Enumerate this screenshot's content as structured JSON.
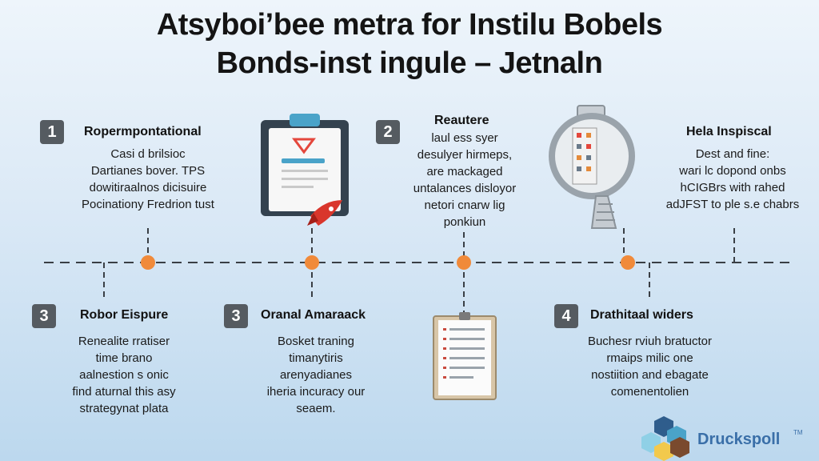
{
  "title": {
    "line1": "Atsyboi’bee metra for Instilu Bobels",
    "line2": "Bonds-inst ingule – Jetnaln"
  },
  "cards": [
    {
      "number": "1",
      "heading": "Ropermpontational",
      "lines": [
        "Casi d brilsioc",
        "Dartianes bover. TPS",
        "dowitiraalnos dicisuire",
        "Pocinationy Fredrion tust"
      ]
    },
    {
      "number": "2",
      "heading": "Reautere",
      "lines": [
        "laul ess syer",
        "desulyer hirmeps,",
        "are mackaged",
        "untalances disloyor",
        "netori cnarw lig",
        "ponkiun"
      ]
    },
    {
      "number": "",
      "heading": "Hela Inspiscal",
      "lines": [
        "Dest and fine:",
        "wari lc dopond onbs",
        "hCIGBrs with rahed",
        "adJFST to ple s.e chabrs"
      ]
    },
    {
      "number": "3",
      "heading": "Robor Eispure",
      "lines": [
        "Renealite rratiser",
        "time brano",
        "aalnestion s onic",
        "find aturnal this asy",
        "strategynat plata"
      ]
    },
    {
      "number": "3",
      "heading": "Oranal Amaraack",
      "lines": [
        "Bosket traning",
        "timanytiris",
        "arenyadianes",
        "iheria incuracy our",
        "seaem."
      ]
    },
    {
      "number": "4",
      "heading": "Drathitaal widers",
      "lines": [
        "Buchesr rviuh bratuctor",
        "rmaips milic one",
        "nostiition and ebagate",
        "comenentolien"
      ]
    }
  ],
  "logo": {
    "name": "Druckspoll",
    "tm": "TM"
  },
  "colors": {
    "dot": "#f08a3a",
    "badge": "#555b61",
    "line": "#3a3f45",
    "accent": "#e4473c"
  },
  "icons": [
    "clipboard-icon",
    "rocket-icon",
    "magnifier-icon",
    "building-icon",
    "document-icon",
    "cube-logo-icon"
  ]
}
